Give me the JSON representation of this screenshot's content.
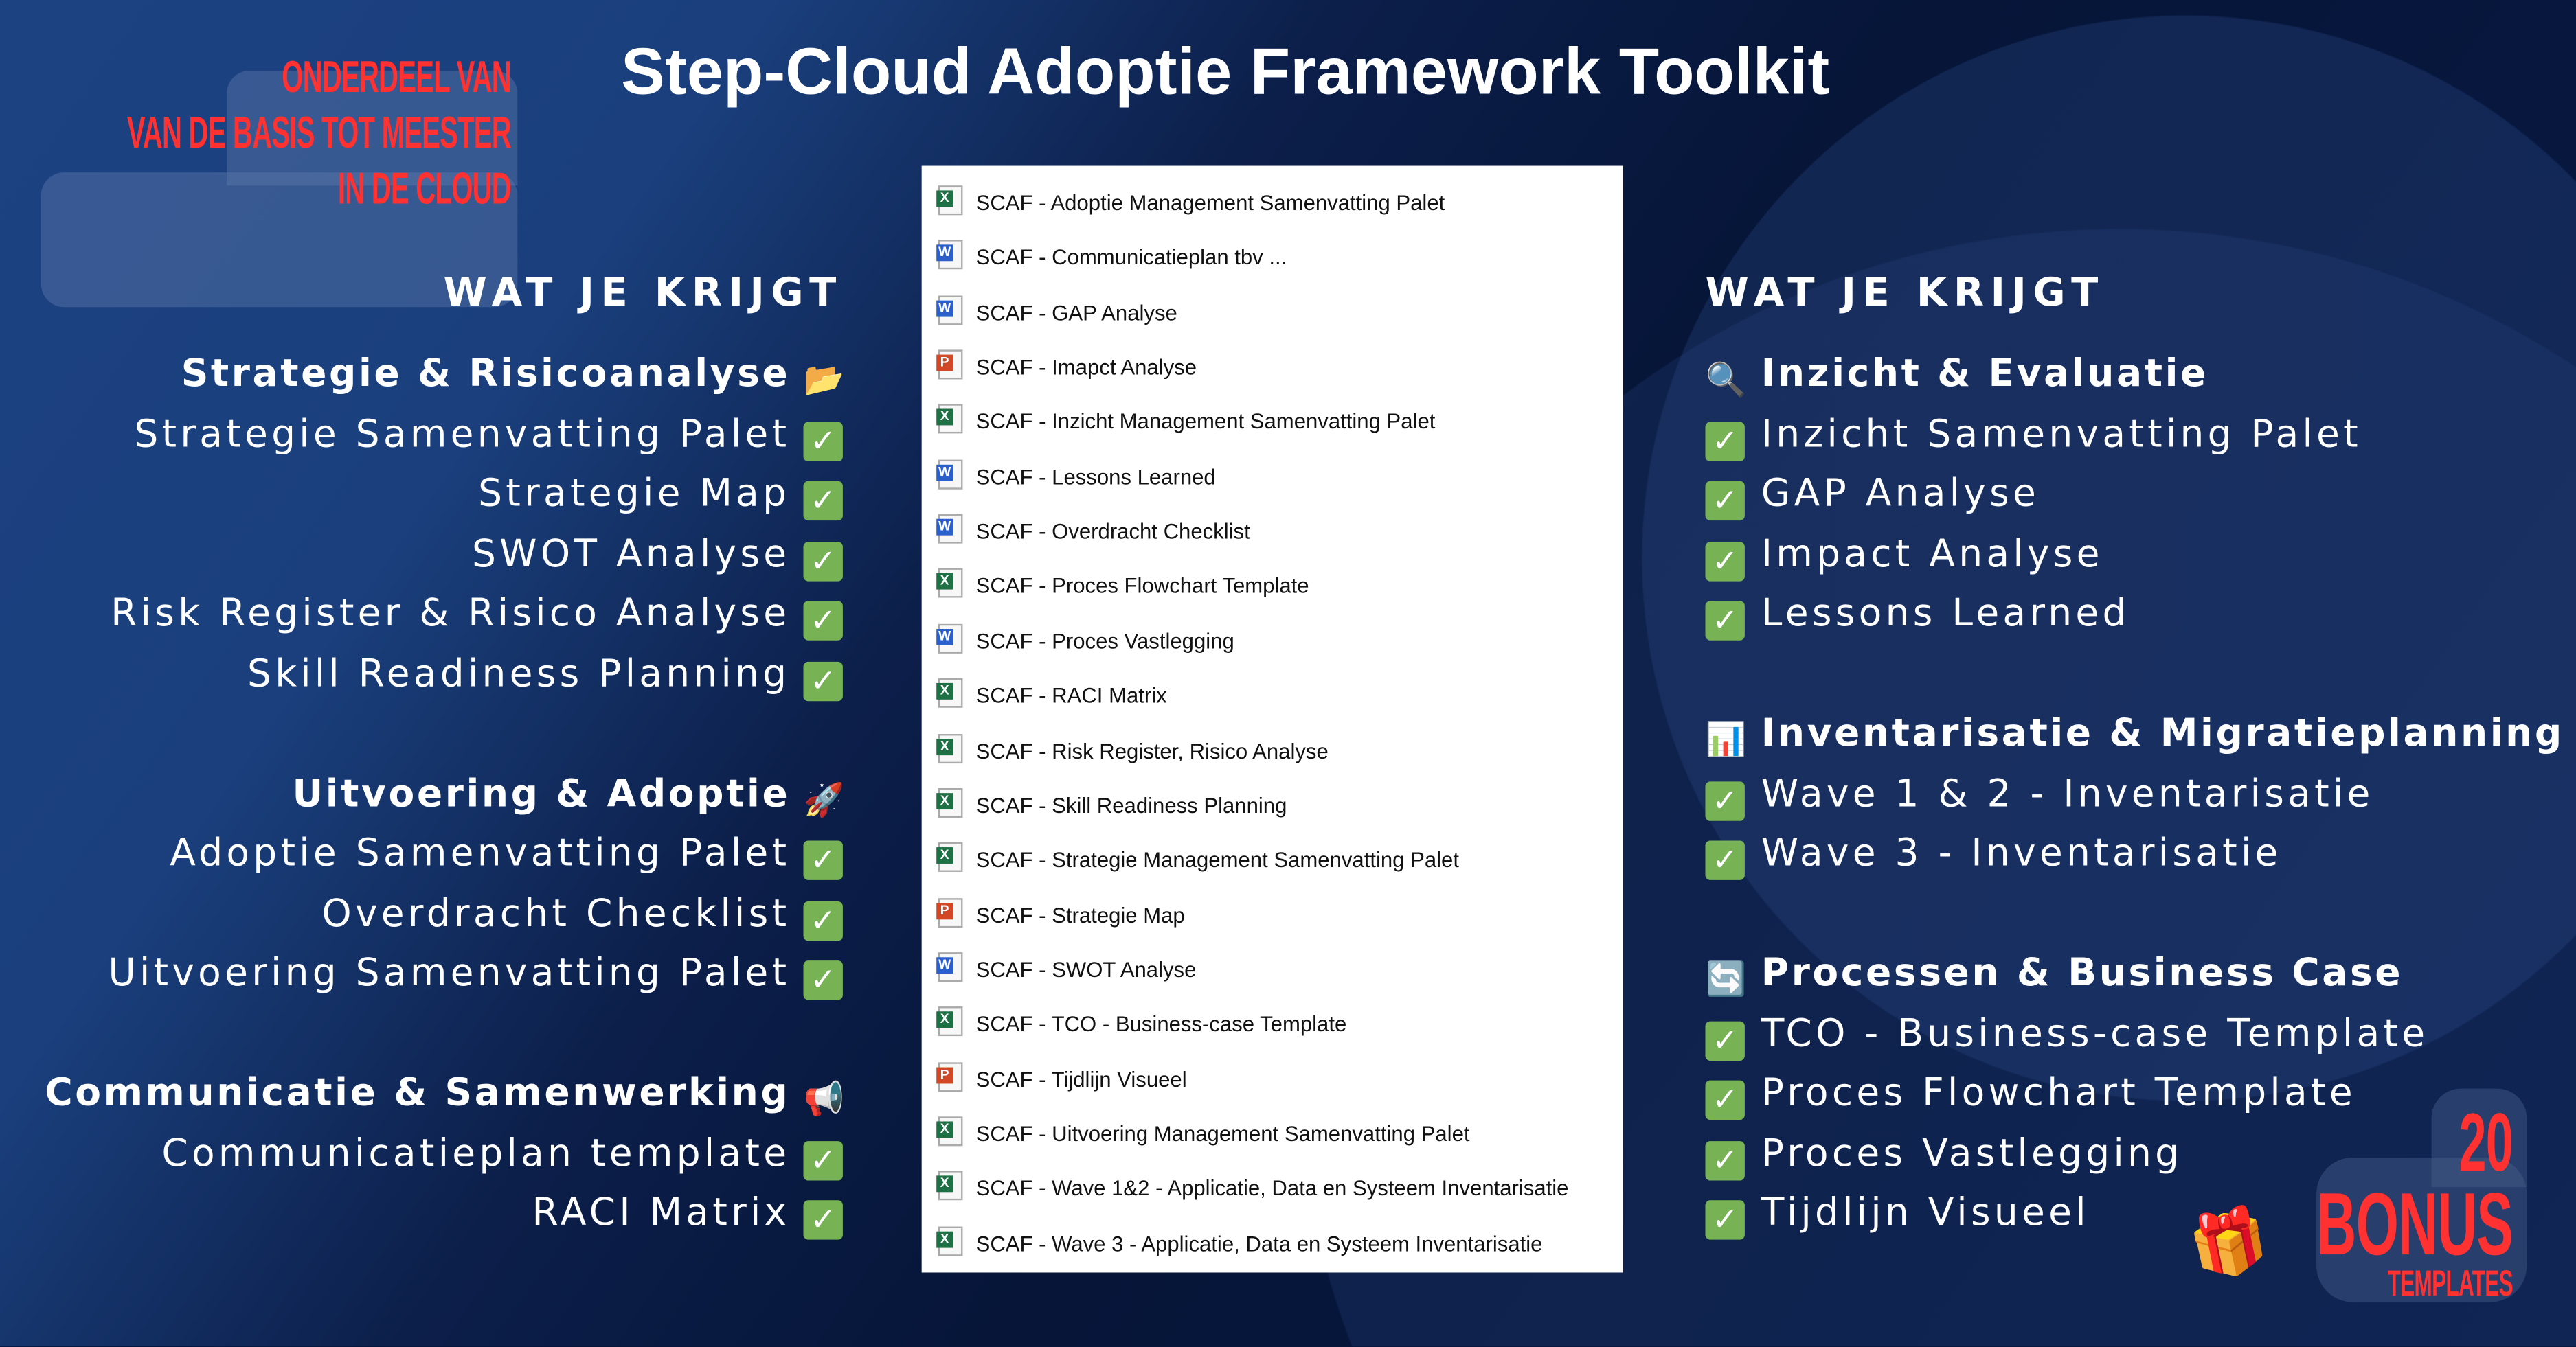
{
  "badge": {
    "line1": "ONDERDEEL VAN",
    "line2": "VAN DE BASIS TOT MEESTER",
    "line3": "IN DE CLOUD"
  },
  "title": "Step-Cloud Adoptie Framework Toolkit",
  "left": {
    "heading": "WAT JE KRIJGT",
    "sections": [
      {
        "title": "Strategie & Risicoanalyse",
        "icon": "folder-icon",
        "glyph": "📂",
        "items": [
          "Strategie Samenvatting Palet",
          "Strategie Map",
          "SWOT Analyse",
          "Risk Register & Risico Analyse",
          "Skill Readiness Planning"
        ]
      },
      {
        "title": "Uitvoering & Adoptie",
        "icon": "rocket-icon",
        "glyph": "🚀",
        "items": [
          "Adoptie Samenvatting Palet",
          "Overdracht Checklist",
          "Uitvoering Samenvatting Palet"
        ]
      },
      {
        "title": "Communicatie & Samenwerking",
        "icon": "megaphone-icon",
        "glyph": "📢",
        "items": [
          "Communicatieplan template",
          "RACI Matrix"
        ]
      }
    ]
  },
  "right": {
    "heading": "WAT JE KRIJGT",
    "sections": [
      {
        "title": "Inzicht & Evaluatie",
        "icon": "magnifier-icon",
        "glyph": "🔍",
        "items": [
          "Inzicht Samenvatting Palet",
          "GAP Analyse",
          "Impact Analyse",
          "Lessons Learned"
        ]
      },
      {
        "title": "Inventarisatie & Migratieplanning",
        "icon": "bar-chart-icon",
        "glyph": "📊",
        "items": [
          "Wave 1 & 2 - Inventarisatie",
          "Wave 3 -  Inventarisatie"
        ]
      },
      {
        "title": "Processen & Business Case",
        "icon": "refresh-icon",
        "glyph": "🔄",
        "items": [
          "TCO - Business-case Template",
          "Proces Flowchart Template",
          "Proces Vastlegging",
          "Tijdlijn Visueel"
        ]
      }
    ]
  },
  "files": [
    {
      "name": "SCAF - Adoptie Management Samenvatting Palet",
      "type": "excel"
    },
    {
      "name": "SCAF - Communicatieplan tbv ...",
      "type": "word"
    },
    {
      "name": "SCAF - GAP Analyse",
      "type": "word"
    },
    {
      "name": "SCAF - Imapct Analyse",
      "type": "powerpoint"
    },
    {
      "name": "SCAF - Inzicht Management Samenvatting Palet",
      "type": "excel"
    },
    {
      "name": "SCAF - Lessons Learned",
      "type": "word"
    },
    {
      "name": "SCAF - Overdracht Checklist",
      "type": "word"
    },
    {
      "name": "SCAF - Proces Flowchart Template",
      "type": "excel"
    },
    {
      "name": "SCAF - Proces Vastlegging",
      "type": "word"
    },
    {
      "name": "SCAF - RACI Matrix",
      "type": "excel"
    },
    {
      "name": "SCAF - Risk Register, Risico Analyse",
      "type": "excel"
    },
    {
      "name": "SCAF - Skill Readiness Planning",
      "type": "excel"
    },
    {
      "name": "SCAF - Strategie Management Samenvatting Palet",
      "type": "excel"
    },
    {
      "name": "SCAF - Strategie Map",
      "type": "powerpoint"
    },
    {
      "name": "SCAF - SWOT Analyse",
      "type": "word"
    },
    {
      "name": "SCAF - TCO - Business-case Template",
      "type": "excel"
    },
    {
      "name": "SCAF - Tijdlijn Visueel",
      "type": "powerpoint"
    },
    {
      "name": "SCAF - Uitvoering Management Samenvatting Palet",
      "type": "excel"
    },
    {
      "name": "SCAF - Wave 1&2 - Applicatie, Data en Systeem Inventarisatie",
      "type": "excel"
    },
    {
      "name": "SCAF - Wave 3 - Applicatie, Data en Systeem Inventarisatie",
      "type": "excel"
    }
  ],
  "bonus": {
    "count": "20",
    "label": "BONUS",
    "sub": "TEMPLATES"
  },
  "colors": {
    "accent_red": "#ff3131",
    "check_green": "#77b255",
    "background": "#06163a"
  }
}
